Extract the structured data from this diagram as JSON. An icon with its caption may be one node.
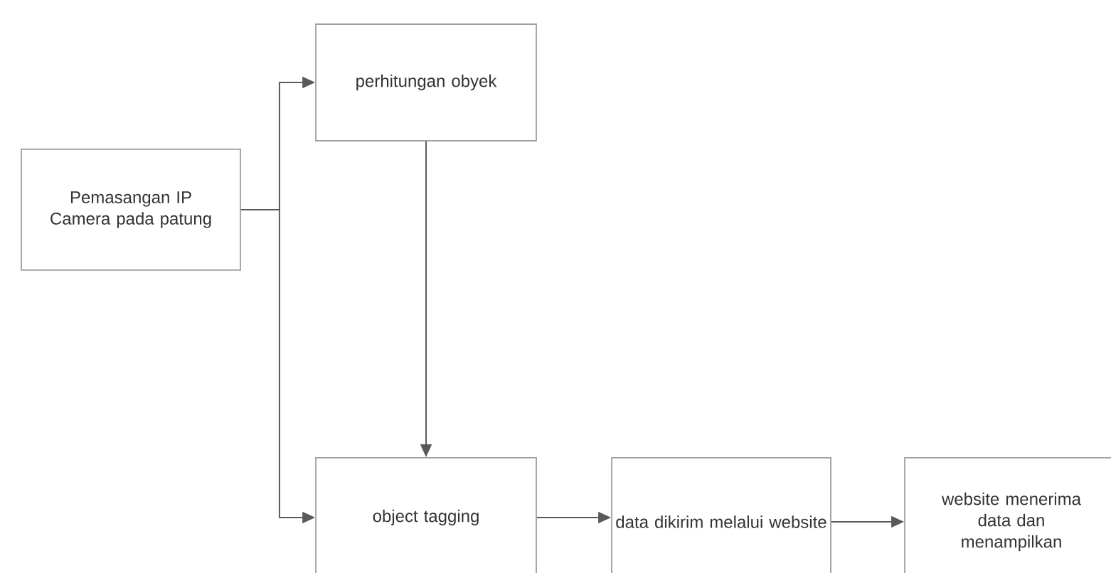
{
  "diagram": {
    "nodes": [
      {
        "text": [
          "Pemasangan IP Camera pada patung"
        ]
      },
      {
        "text": [
          "perhitungan obyek"
        ]
      },
      {
        "text": [
          "object tagging"
        ]
      },
      {
        "text": [
          "data dikirim melalui website"
        ]
      },
      {
        "text": [
          "website menerima data dan menampilkan"
        ]
      }
    ],
    "edges": [
      {
        "from": 0,
        "to": 1,
        "arrow": "to"
      },
      {
        "from": 0,
        "to": 2,
        "arrow": "to"
      },
      {
        "from": 1,
        "to": 2,
        "arrow": "to"
      },
      {
        "from": 2,
        "to": 3,
        "arrow": "to"
      },
      {
        "from": 3,
        "to": 4,
        "arrow": "to"
      }
    ]
  }
}
